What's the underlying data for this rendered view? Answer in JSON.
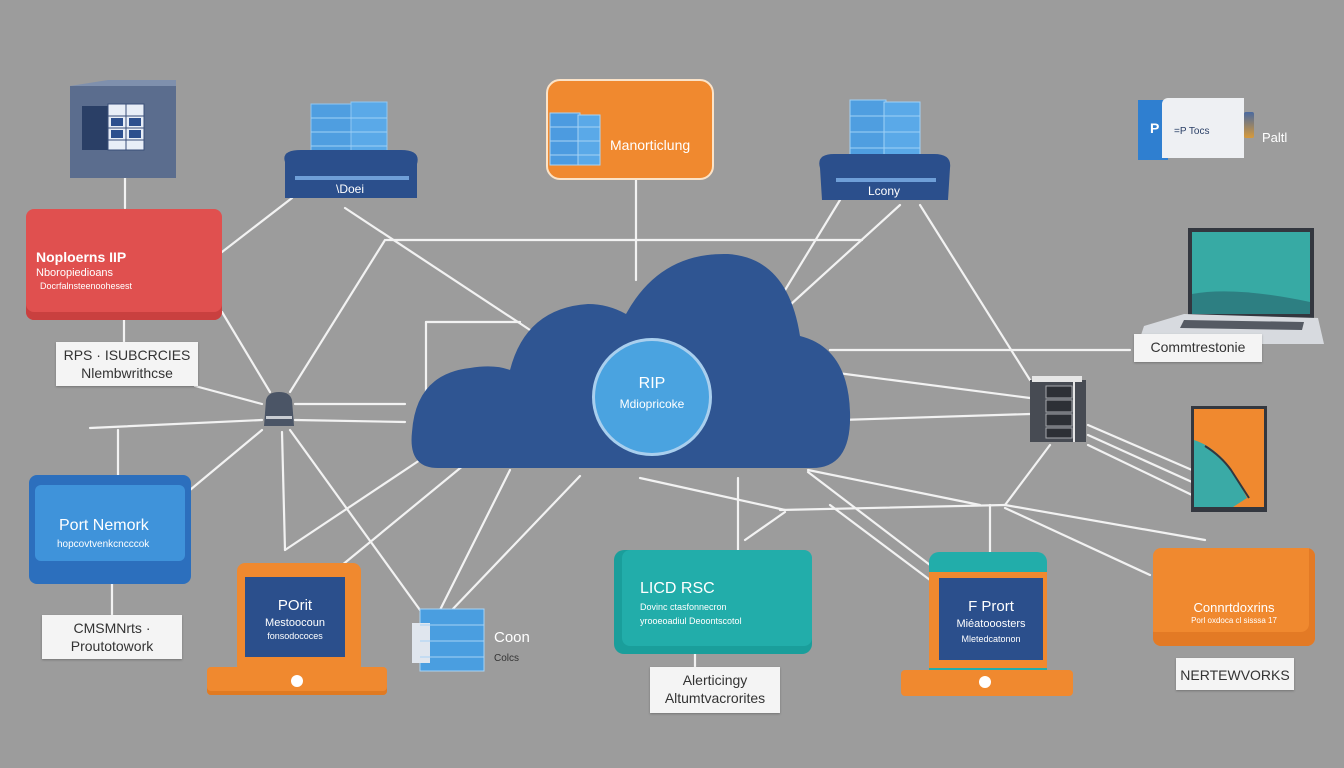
{
  "diagram": {
    "type": "network-topology",
    "colors": {
      "background": "#9c9c9c",
      "wire": "#f2f2f2",
      "cloud": "#2f5592",
      "hub": "#4aa3e0",
      "red": "#e0504f",
      "orange": "#f0892f",
      "blue": "#2f7fd0",
      "teal": "#1ea2a0",
      "navy": "#2b4f8c"
    },
    "cloud": {
      "title": "RIP",
      "subtitle": "Mdiopricoke"
    },
    "nodes": {
      "top_left_cabinet": {
        "label": ""
      },
      "top_server_left": {
        "label": "\\Doei"
      },
      "top_monitoring": {
        "label": "Manorticlung"
      },
      "top_server_right": {
        "label": "Lcony"
      },
      "top_right_device": {
        "badge": "P",
        "inner": "=P Tocs",
        "label": "Paltl"
      },
      "right_laptop": {
        "label": "Commtrestonie"
      },
      "right_rack": {
        "label": ""
      },
      "right_tablet": {
        "label": ""
      },
      "red_panel": {
        "title": "Noploerns IIP",
        "line1": "Nboropiedioans",
        "line2": "Docrfalnsteenoohesest"
      },
      "red_caption": {
        "line1": "RPS · ISUBCRCIES",
        "line2": "Nlembwrithcse"
      },
      "blue_panel": {
        "title": "Port Nemork",
        "subtitle": "hopcovtvenkcncccok"
      },
      "blue_caption": {
        "line1": "CMSMNrts ·",
        "line2": "Proutotowork"
      },
      "orange_laptop": {
        "title": "POrit",
        "line1": "Mestoocoun",
        "line2": "fonsodococes"
      },
      "small_server": {
        "title": "Coon",
        "subtitle": "Colcs"
      },
      "teal_panel": {
        "title": "LICD RSC",
        "line1": "Dovinc ctasfonnecron",
        "line2": "yrooeoadiul Deoontscotol"
      },
      "teal_caption": {
        "line1": "Alerticingy",
        "line2": "Altumtvacrorites"
      },
      "teal_laptop": {
        "title": "F Prort",
        "line1": "Miéatooosters",
        "line2": "Mletedcatonon"
      },
      "orange_panel": {
        "title": "Connrtdoxrins",
        "subtitle": "Porl oxdoca cl sisssa 17"
      },
      "orange_caption": {
        "label": "NERTEWVORKS"
      }
    }
  }
}
